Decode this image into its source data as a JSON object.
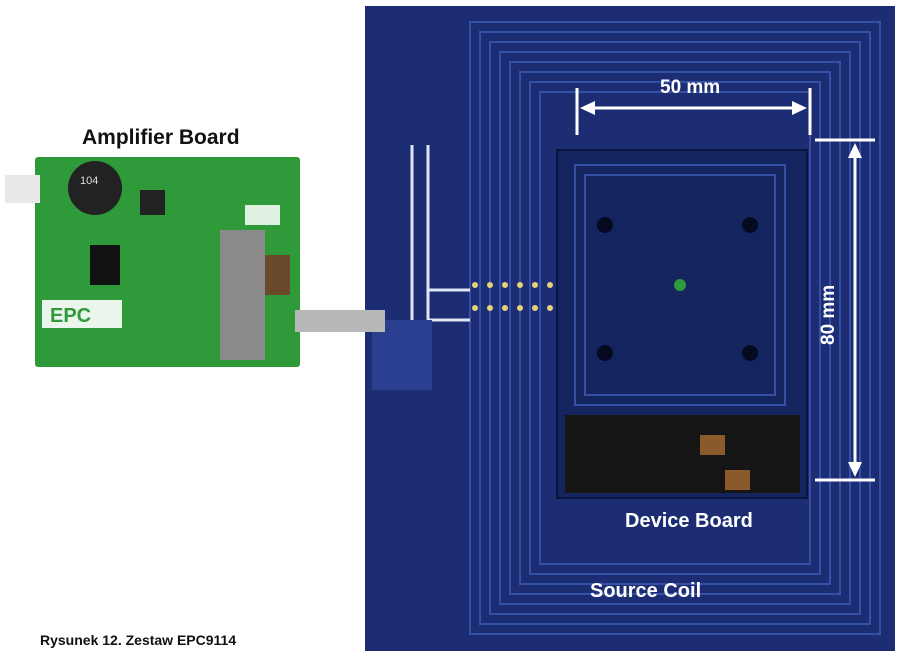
{
  "labels": {
    "amplifier_board": "Amplifier Board",
    "width_dimension": "50 mm",
    "height_dimension": "80 mm",
    "device_board": "Device Board",
    "source_coil": "Source Coil"
  },
  "caption": "Rysunek 12. Zestaw EPC9114",
  "colors": {
    "coil_panel": "#1c2d73",
    "coil_trace": "#3551a6",
    "amplifier_pcb": "#2e9a3a",
    "device_pcb": "#14245f"
  }
}
